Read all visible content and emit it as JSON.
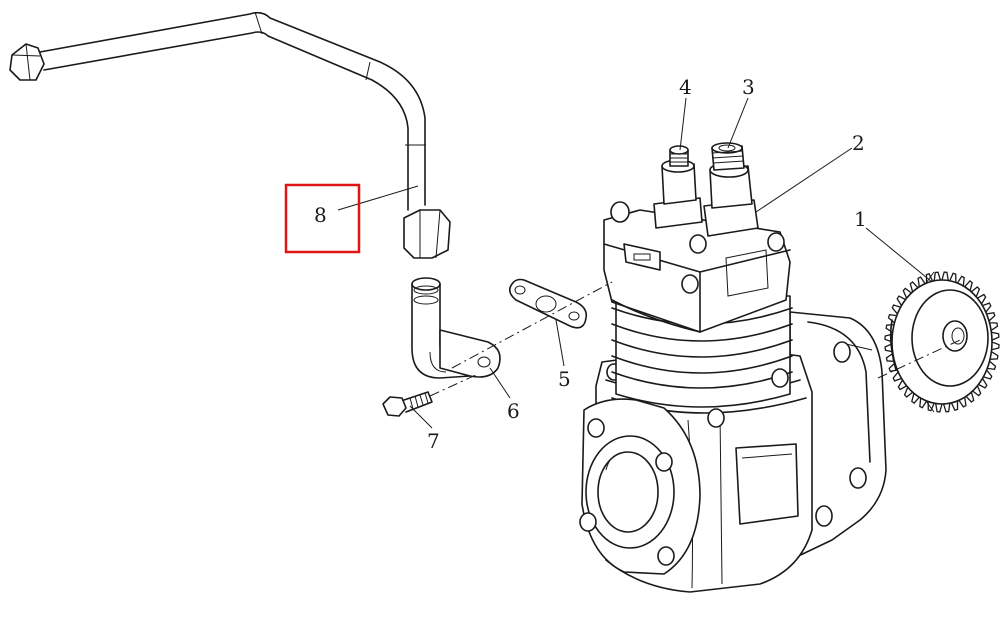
{
  "parts": [
    {
      "id": "gear",
      "label": "1"
    },
    {
      "id": "cylinder-head",
      "label": "2"
    },
    {
      "id": "fitting-large",
      "label": "3"
    },
    {
      "id": "fitting-small",
      "label": "4"
    },
    {
      "id": "gasket",
      "label": "5"
    },
    {
      "id": "elbow-flange",
      "label": "6"
    },
    {
      "id": "bolt",
      "label": "7"
    },
    {
      "id": "pipe",
      "label": "8"
    }
  ],
  "highlight": {
    "part": "pipe",
    "color": "#e01515"
  },
  "colors": {
    "line": "#1a1a1a",
    "background": "#ffffff"
  }
}
